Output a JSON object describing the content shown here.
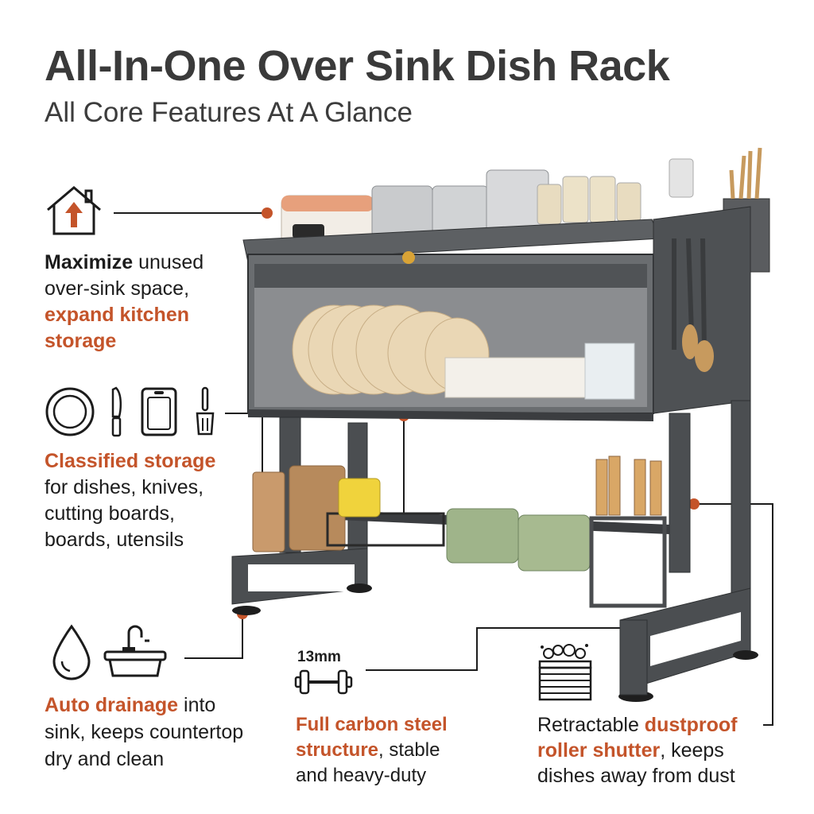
{
  "header": {
    "title": "All-In-One Over Sink Dish Rack",
    "subtitle": "All Core Features At A Glance"
  },
  "colors": {
    "accent": "#c4542a",
    "text": "#1c1c1c",
    "title": "#3a3a3a",
    "rack": "#4a4c4f"
  },
  "features": {
    "space": {
      "icon": "house-arrow-icon",
      "line1_bold": "Maximize",
      "line1_rest": " unused",
      "line2": "over-sink space,",
      "line3_accent": "expand kitchen",
      "line4_accent": "storage"
    },
    "storage": {
      "icons": [
        "plate-icon",
        "knife-icon",
        "cutting-board-icon",
        "spatula-icon"
      ],
      "line1_accent": "Classified storage",
      "line2": "for dishes, knives,",
      "line3": "cutting boards,",
      "line4": "boards, utensils"
    },
    "drainage": {
      "icons": [
        "water-drop-icon",
        "sink-faucet-icon"
      ],
      "line1_accent": "Auto drainage",
      "line1_rest": " into",
      "line2": "sink, keeps countertop",
      "line3": "dry and clean"
    },
    "steel": {
      "icon": "dumbbell-icon",
      "thickness_label": "13mm",
      "line1_accent": "Full carbon steel",
      "line2_accent": "structure",
      "line2_rest": ", stable",
      "line3": "and heavy-duty"
    },
    "shutter": {
      "icon": "roller-shutter-dust-icon",
      "line1_pre": "Retractable ",
      "line1_accent": "dustproof",
      "line2_accent": "roller shutter",
      "line2_rest": ", keeps",
      "line3": "dishes away from dust"
    }
  }
}
